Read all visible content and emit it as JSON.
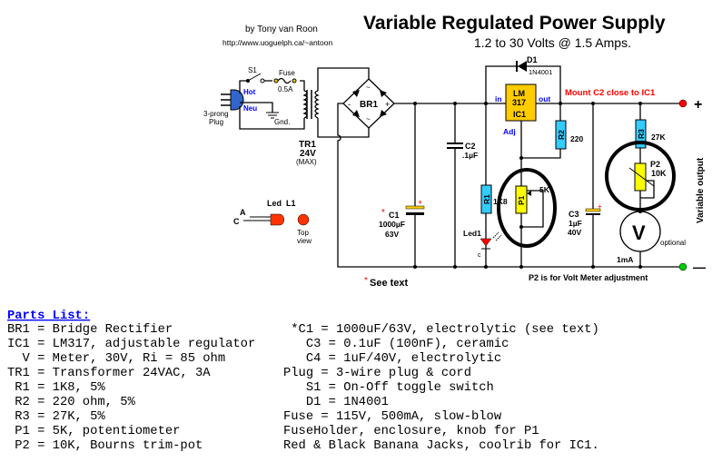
{
  "header": {
    "title": "Variable Regulated Power Supply",
    "subtitle": "1.2 to 30 Volts @ 1.5 Amps.",
    "author": "by Tony van Roon",
    "url": "http://www.uoguelph.ca/~antoon"
  },
  "schematic": {
    "s1": "S1",
    "fuse": "Fuse",
    "fuse_value": "0.5A",
    "hot": "Hot",
    "neu": "Neu",
    "plug1": "3-prong",
    "plug2": "Plug",
    "gnd": "Gnd.",
    "tr1": "TR1",
    "tr1_v": "24V",
    "tr1_max": "(MAX)",
    "br1": "BR1",
    "minus_sym": "-",
    "plus_sym": "+",
    "tilde": "~",
    "d1": "D1",
    "d1_part": "1N4001",
    "ic_lm": "LM",
    "ic_317": "317",
    "ic_name": "IC1",
    "ic_in": "in",
    "ic_out": "out",
    "ic_adj": "Adj",
    "mount_note": "Mount C2 close to IC1",
    "c2": "C2",
    "c2_value": ".1µF",
    "c1_star": "*",
    "c1": "C1",
    "c1_value": "1000µF",
    "c1_voltage": "63V",
    "r1": "R1",
    "r1_value": "1K8",
    "led1": "Led1",
    "led1_c": "c",
    "r2": "R2",
    "r2_value": "220",
    "p1": "P1",
    "p1_value": "5K",
    "c3": "C3",
    "c3_value": "1µF",
    "c3_voltage": "40V",
    "r3": "R3",
    "r3_value": "27K",
    "p2": "P2",
    "p2_value": "10K",
    "meter": "V",
    "meter_optional": "optional",
    "meter_range": "1mA",
    "out_plus": "+",
    "out_minus": "—",
    "out_label": "Variable output",
    "p2_note": "P2 is for Volt Meter adjustment",
    "see_star": "*",
    "see_text": "See text",
    "led_l1": "Led  L1",
    "led_a": "A",
    "led_c": "C",
    "top": "Top",
    "view": "view",
    "colors": {
      "ic": "#ffcc00",
      "resistor": "#33ccff",
      "pot": "#ffff00",
      "led": "#ff3300",
      "note_red": "#ff0000",
      "label_blue": "#0000ff",
      "out_pos": "#ff0000",
      "out_neg": "#00cc00"
    }
  },
  "parts_list": {
    "heading": "Parts List:",
    "left": [
      "BR1 = Bridge Rectifier",
      "IC1 = LM317, adjustable regulator",
      "  V = Meter, 30V, Ri = 85 ohm",
      "TR1 = Transformer 24VAC, 3A",
      " R1 = 1K8, 5%",
      " R2 = 220 ohm, 5%",
      " R3 = 27K, 5%",
      " P1 = 5K, potentiometer",
      " P2 = 10K, Bourns trim-pot"
    ],
    "right": [
      " *C1 = 1000uF/63V, electrolytic (see text)",
      "   C3 = 0.1uF (100nF), ceramic",
      "   C4 = 1uF/40V, electrolytic",
      "Plug = 3-wire plug & cord",
      "   S1 = On-Off toggle switch",
      "   D1 = 1N4001",
      "Fuse = 115V, 500mA, slow-blow",
      "FuseHolder, enclosure, knob for P1",
      "Red & Black Banana Jacks, coolrib for IC1."
    ]
  }
}
